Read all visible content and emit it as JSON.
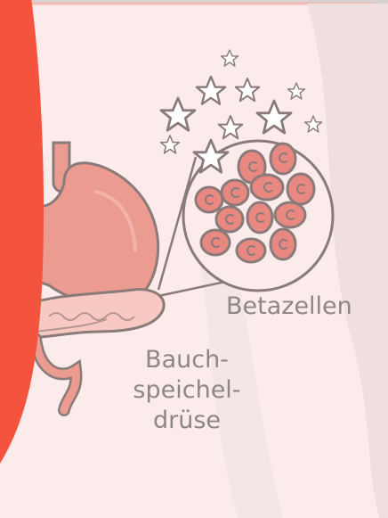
{
  "labels": {
    "beta_cells": "Betazellen",
    "pancreas_line1": "Bauch-",
    "pancreas_line2": "speichel-",
    "pancreas_line3": "drüse"
  },
  "colors": {
    "card_bg": "#fbeceb",
    "stripe": "#efdede",
    "accent_red": "#f4533d",
    "organ_fill": "#ec9b90",
    "cell_fill": "#e88880",
    "outline": "#8a7b7a",
    "text": "#8d8687"
  }
}
